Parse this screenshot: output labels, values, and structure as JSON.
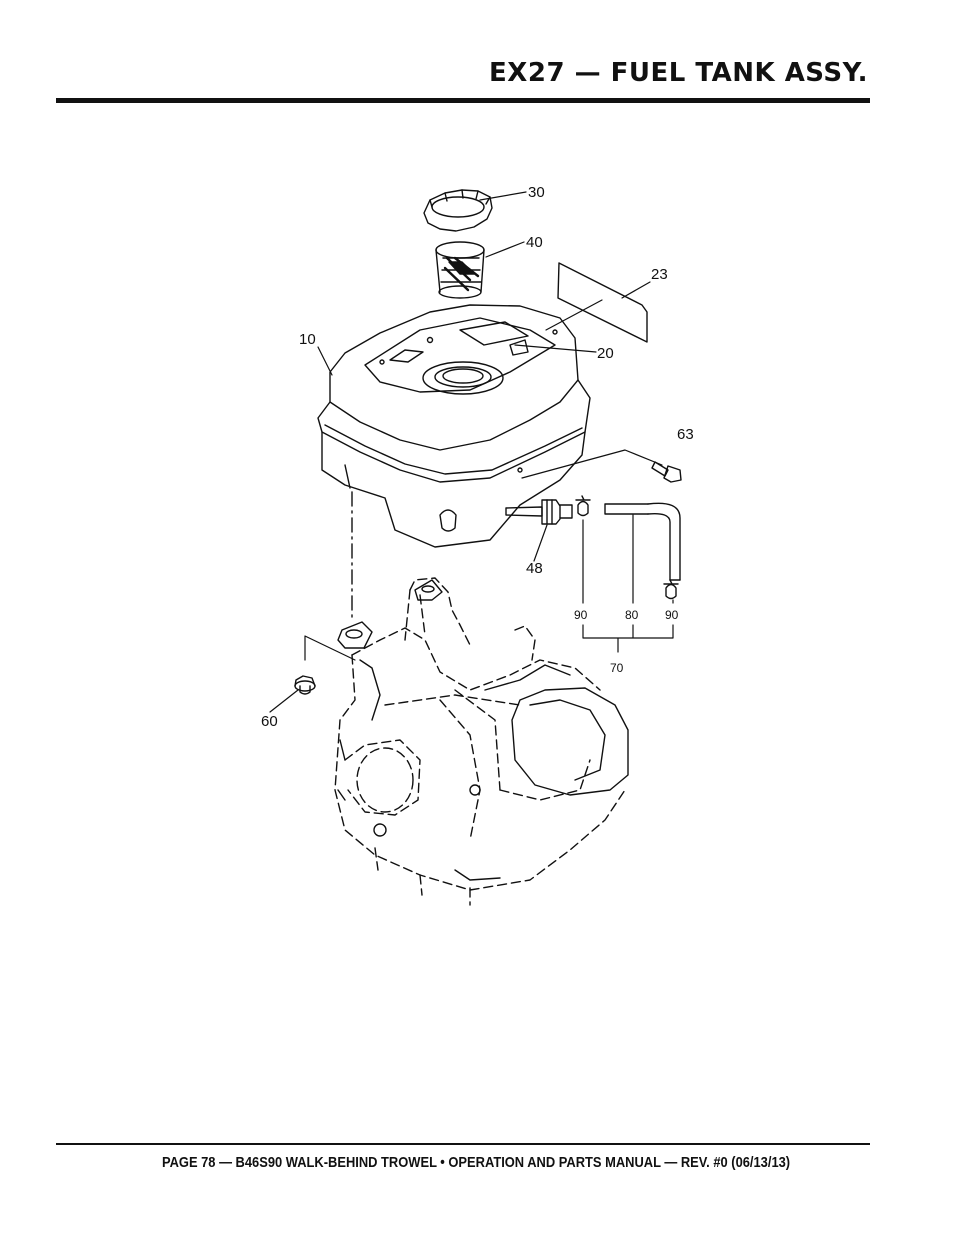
{
  "header": {
    "title": "EX27 — FUEL TANK ASSY."
  },
  "diagram": {
    "callouts": [
      "30",
      "40",
      "23",
      "10",
      "20",
      "63",
      "48",
      "90",
      "80",
      "90",
      "70",
      "60"
    ]
  },
  "footer": {
    "text": "PAGE 78 — B46S90 WALK-BEHIND TROWEL • OPERATION AND PARTS MANUAL — REV. #0 (06/13/13)"
  }
}
